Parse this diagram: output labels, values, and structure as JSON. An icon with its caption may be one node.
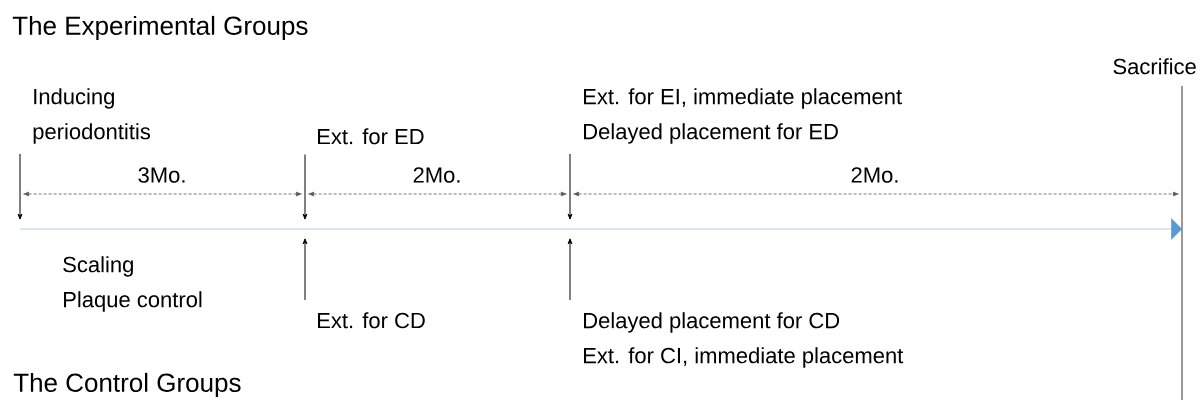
{
  "diagram": {
    "title": "The Experimental Groups",
    "nodes": [
      {
        "text": [
          "Inducing periodontitis"
        ]
      },
      {
        "text": [
          "Ext. for ED"
        ]
      },
      {
        "text": [
          "Ext. for EI, immediate placement",
          "Delayed placement for ED"
        ]
      },
      {
        "text": [
          "Sacrifice"
        ]
      },
      {
        "text": [],
        "shape": "arrow"
      },
      {
        "text": [
          "Scaling",
          "Plaque control"
        ]
      },
      {
        "text": [
          "Ext. for CD"
        ]
      },
      {
        "text": [
          "Delayed placement for CD",
          "Ext. for CI, immediate placement"
        ]
      }
    ],
    "edges": [
      {
        "from": 0,
        "to": 4,
        "arrow": "to"
      },
      {
        "from": 1,
        "to": 4,
        "arrow": "to"
      },
      {
        "from": 2,
        "to": 4,
        "arrow": "to"
      },
      {
        "from": 6,
        "to": 4,
        "arrow": "to"
      },
      {
        "from": 7,
        "to": 4,
        "arrow": "to"
      }
    ],
    "labels": [
      "3Mo.",
      "2Mo.",
      "2Mo.",
      "The Control Groups"
    ]
  }
}
